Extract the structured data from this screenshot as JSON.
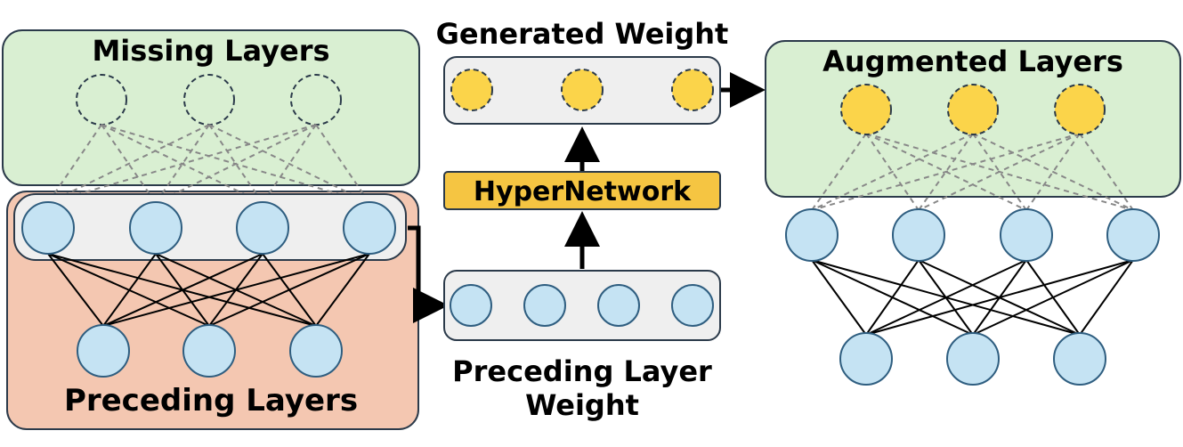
{
  "labels": {
    "missing_layers": "Missing Layers",
    "preceding_layers": "Preceding Layers",
    "generated_weight": "Generated Weight",
    "hypernetwork": "HyperNetwork",
    "preceding_layer_weight_line1": "Preceding Layer",
    "preceding_layer_weight_line2": "Weight",
    "augmented_layers": "Augmented Layers"
  },
  "colors": {
    "neuron_fill": "#c5e3f3",
    "neuron_stroke": "#2f5e80",
    "generated_neuron_fill": "#fbd44a",
    "missing_panel_fill": "#d9efd2",
    "preceding_panel_fill": "#f4c7b1",
    "weight_box_fill": "#efefef",
    "hypernetwork_fill": "#f5c542",
    "edge": "#000000",
    "dashed_edge": "#888888"
  }
}
